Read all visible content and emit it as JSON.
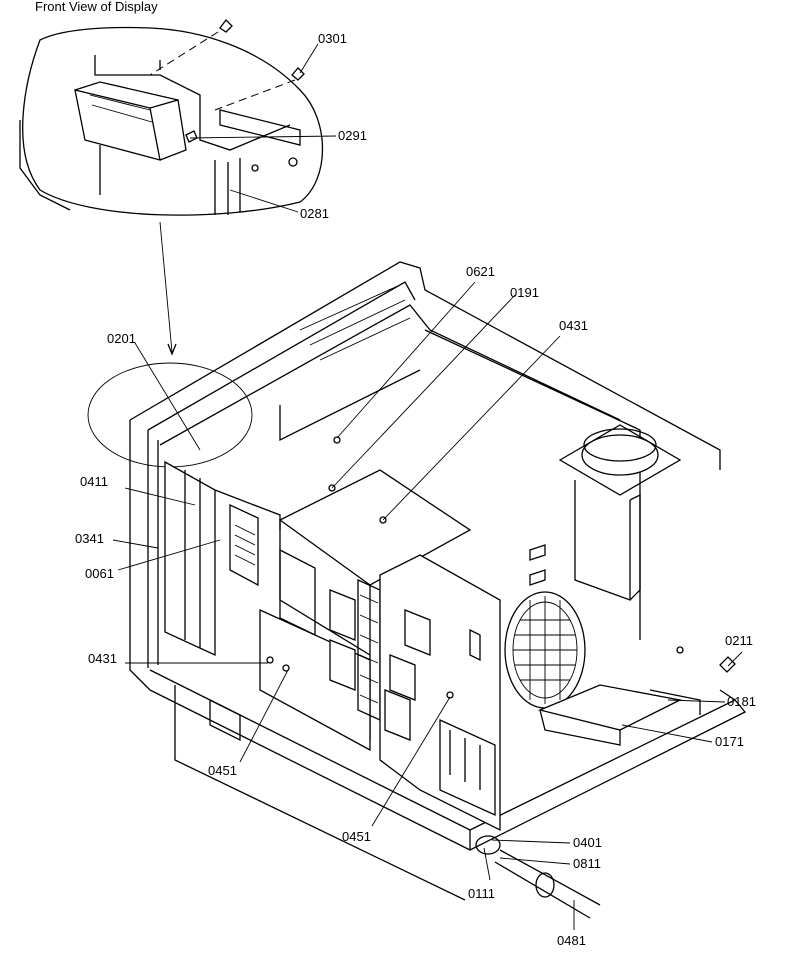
{
  "diagram": {
    "title": "Front View of Display",
    "callouts": [
      {
        "id": "c0301",
        "text": "0301"
      },
      {
        "id": "c0291",
        "text": "0291"
      },
      {
        "id": "c0281",
        "text": "0281"
      },
      {
        "id": "c0621",
        "text": "0621"
      },
      {
        "id": "c0191",
        "text": "0191"
      },
      {
        "id": "c0431a",
        "text": "0431"
      },
      {
        "id": "c0201",
        "text": "0201"
      },
      {
        "id": "c0411",
        "text": "0411"
      },
      {
        "id": "c0341",
        "text": "0341"
      },
      {
        "id": "c0061",
        "text": "0061"
      },
      {
        "id": "c0431b",
        "text": "0431"
      },
      {
        "id": "c0451a",
        "text": "0451"
      },
      {
        "id": "c0211",
        "text": "0211"
      },
      {
        "id": "c0181",
        "text": "0181"
      },
      {
        "id": "c0171",
        "text": "0171"
      },
      {
        "id": "c0451b",
        "text": "0451"
      },
      {
        "id": "c0401",
        "text": "0401"
      },
      {
        "id": "c0811",
        "text": "0811"
      },
      {
        "id": "c0111",
        "text": "0111"
      },
      {
        "id": "c0481",
        "text": "0481"
      }
    ]
  }
}
